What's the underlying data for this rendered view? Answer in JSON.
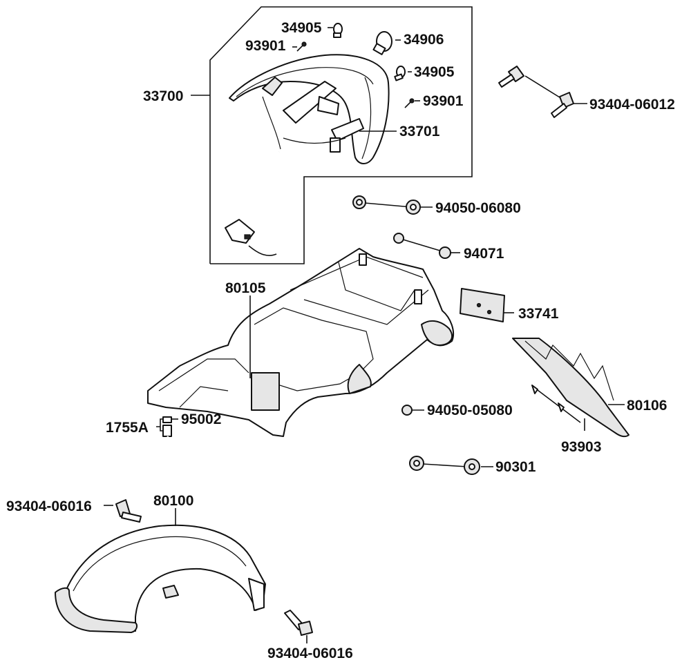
{
  "labels": {
    "p33700": "33700",
    "p34905a": "34905",
    "p93901a": "93901",
    "p34906": "34906",
    "p34905b": "34905",
    "p93901b": "93901",
    "p33701": "33701",
    "p93404_06012": "93404-06012",
    "p94050_06080": "94050-06080",
    "p94071": "94071",
    "p80105": "80105",
    "p33741": "33741",
    "p80106": "80106",
    "p94050_05080": "94050-05080",
    "p93903": "93903",
    "p1755A": "1755A",
    "p95002": "95002",
    "p90301": "90301",
    "p93404_06016a": "93404-06016",
    "p80100": "80100",
    "p93404_06016b": "93404-06016"
  },
  "colors": {
    "line": "#111111",
    "part_fill": "#ffffff",
    "shade": "#e6e6e6"
  }
}
